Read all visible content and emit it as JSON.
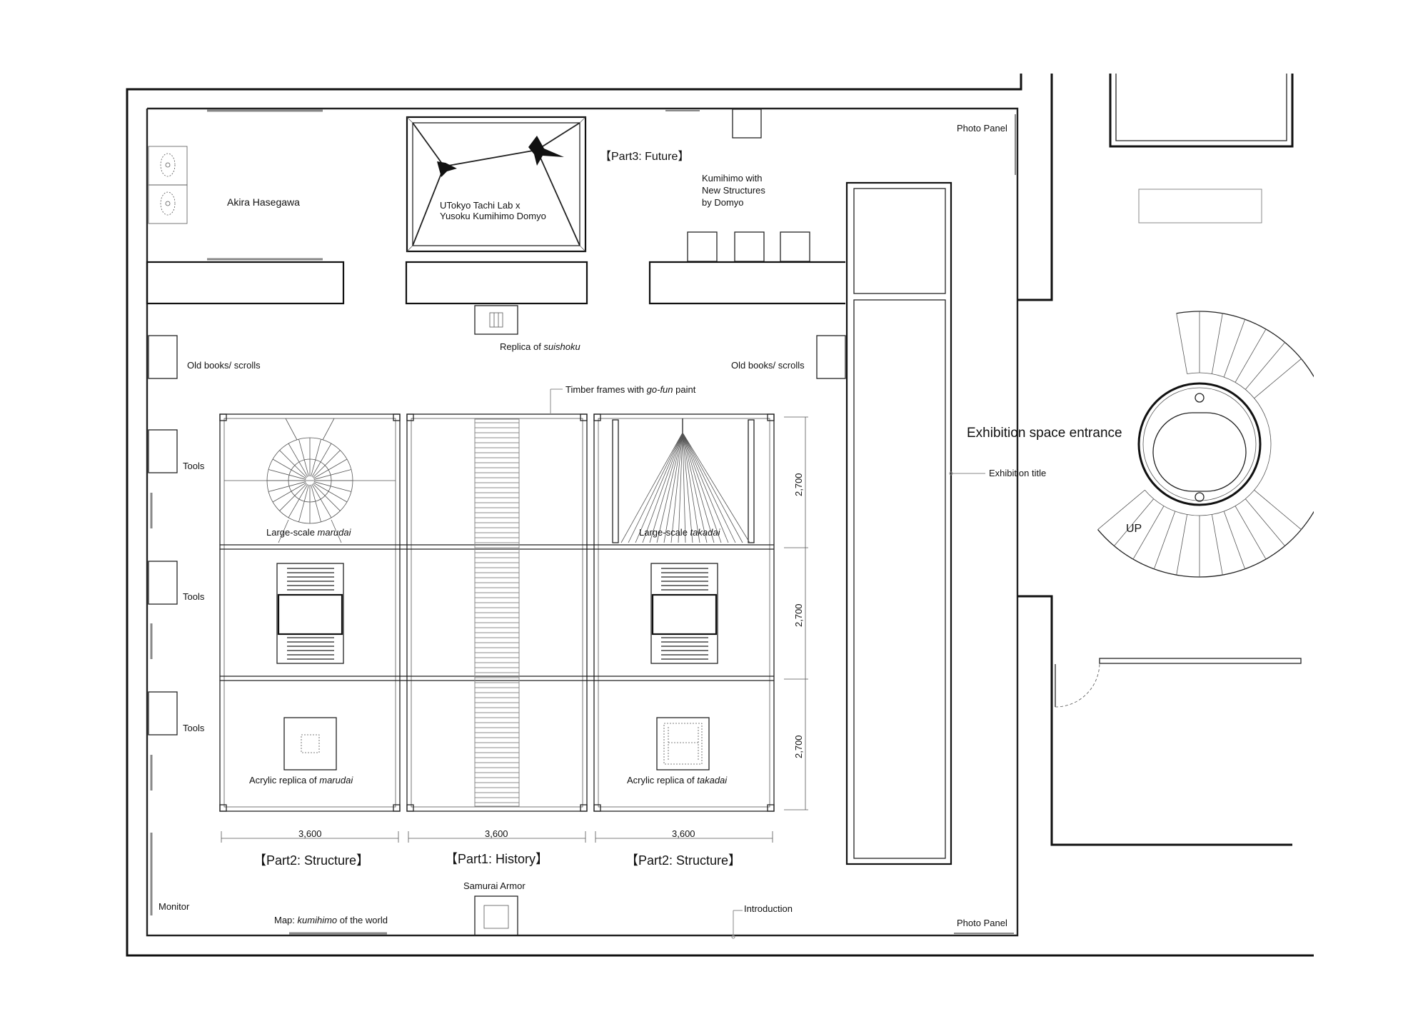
{
  "labels": {
    "akira": "Akira Hasegawa",
    "utokyo_1": "UTokyo Tachi Lab x",
    "utokyo_2": "Yusoku Kumihimo Domyo",
    "part3": "【Part3: Future】",
    "kumi_1": "Kumihimo with",
    "kumi_2": "New Structures",
    "kumi_3": "by Domyo",
    "photo_panel_top": "Photo Panel",
    "photo_panel_bottom": "Photo Panel",
    "replica_prefix": "Replica of ",
    "replica_italic": "suishoku",
    "old_books_left": "Old books/ scrolls",
    "old_books_right": "Old books/ scrolls",
    "timber_prefix": "Timber frames with ",
    "timber_italic": "go-fun",
    "timber_suffix": " paint",
    "tools_1": "Tools",
    "tools_2": "Tools",
    "tools_3": "Tools",
    "marudai_prefix": "Large-scale ",
    "marudai_italic": "marudai",
    "takadai_prefix": "Large-scale ",
    "takadai_italic": "takadai",
    "acrylic_marudai_prefix": "Acrylic replica of ",
    "acrylic_marudai_italic": "marudai",
    "acrylic_takadai_prefix": "Acrylic replica of ",
    "acrylic_takadai_italic": "takadai",
    "entrance": "Exhibition space entrance",
    "exhibition_title": "Exhibition title",
    "up": "UP",
    "samurai": "Samurai Armor",
    "monitor": "Monitor",
    "map_prefix": "Map: ",
    "map_italic": "kumihimo",
    "map_suffix": " of the world",
    "introduction": "Introduction",
    "part2_left": "【Part2: Structure】",
    "part1": "【Part1: History】",
    "part2_right": "【Part2: Structure】"
  },
  "dimensions": {
    "width_1": "3,600",
    "width_2": "3,600",
    "width_3": "3,600",
    "height_1": "2,700",
    "height_2": "2,700",
    "height_3": "2,700"
  }
}
